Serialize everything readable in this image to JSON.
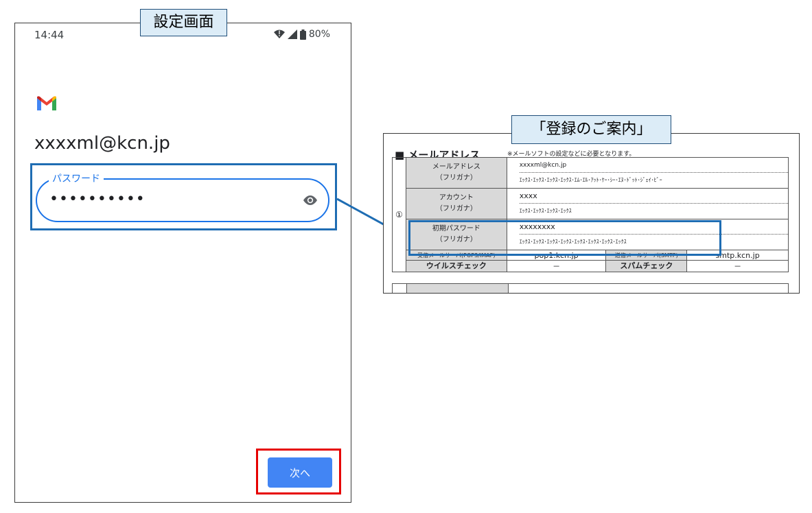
{
  "phone": {
    "status_time": "14:44",
    "battery": "80%",
    "email": "xxxxml@kcn.jp",
    "password_label": "パスワード",
    "password_dots": "••••••••••",
    "next_label": "次へ"
  },
  "labels": {
    "settings_screen": "設定画面",
    "registration_guide": "「登録のご案内」"
  },
  "doc": {
    "section_title": "■ メールアドレス",
    "note": "※メールソフトの設定などに必要となります。",
    "circled_one": "①",
    "rows": [
      {
        "label": "メールアドレス\n（フリガナ）",
        "value": "xxxxml@kcn.jp",
        "kana": "ｴｯｸｽ･ｴｯｸｽ･ｴｯｸｽ･ｴｯｸｽ･ｴﾑ･ｴﾙ･ｱｯﾄ･ｹｰ･ｼｰ･ｴﾇ･ﾄﾞｯﾄ･ｼﾞｪｲ･ﾋﾟｰ"
      },
      {
        "label": "アカウント\n（フリガナ）",
        "value": "xxxx",
        "kana": "ｴｯｸｽ･ｴｯｸｽ･ｴｯｸｽ･ｴｯｸｽ"
      },
      {
        "label": "初期パスワード\n（フリガナ）",
        "value": "xxxxxxxx",
        "kana": "ｴｯｸｽ･ｴｯｸｽ･ｴｯｸｽ･ｴｯｸｽ･ｴｯｸｽ･ｴｯｸｽ･ｴｯｸｽ･ｴｯｸｽ"
      }
    ],
    "pop_label": "受信メールサーバ(POP3/IMAP)",
    "pop_value": "pop1.kcn.jp",
    "smtp_label": "送信メールサーバ(SMTP)",
    "smtp_value": "smtp.kcn.jp",
    "virus_label": "ウイルスチェック",
    "virus_value": "－",
    "spam_label": "スパムチェック",
    "spam_value": "－"
  },
  "colors": {
    "accent_blue": "#1a73e8",
    "button_blue": "#4285f4",
    "highlight_frame": "#1f6db3",
    "red_frame": "#e60000"
  }
}
